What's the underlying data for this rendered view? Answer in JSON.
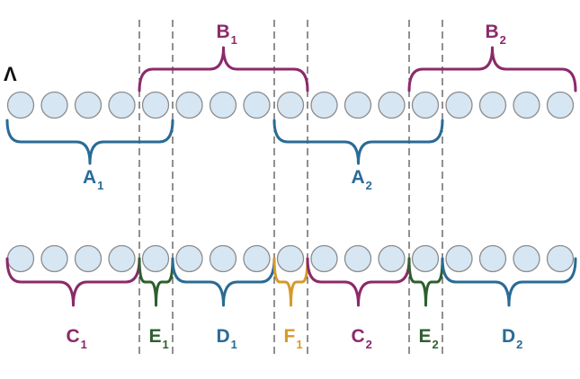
{
  "symbol": "Λ",
  "colors": {
    "A": "#2a6b96",
    "B": "#8b2a6a",
    "C": "#8b2a6a",
    "D": "#2a6b96",
    "E": "#2e5f2e",
    "F": "#d69a2a",
    "circle_fill": "#d6e6f3",
    "circle_stroke": "#8c8c8c",
    "divider": "#222222",
    "symbol": "#111111"
  },
  "rows": {
    "top": {
      "circle_count": 17
    },
    "bottom": {
      "circle_count": 17
    }
  },
  "braces": {
    "A1": {
      "letter": "A",
      "sub": "1"
    },
    "A2": {
      "letter": "A",
      "sub": "2"
    },
    "B1": {
      "letter": "B",
      "sub": "1"
    },
    "B2": {
      "letter": "B",
      "sub": "2"
    },
    "C1": {
      "letter": "C",
      "sub": "1"
    },
    "C2": {
      "letter": "C",
      "sub": "2"
    },
    "D1": {
      "letter": "D",
      "sub": "1"
    },
    "D2": {
      "letter": "D",
      "sub": "2"
    },
    "E1": {
      "letter": "E",
      "sub": "1"
    },
    "E2": {
      "letter": "E",
      "sub": "2"
    },
    "F1": {
      "letter": "F",
      "sub": "1"
    }
  }
}
